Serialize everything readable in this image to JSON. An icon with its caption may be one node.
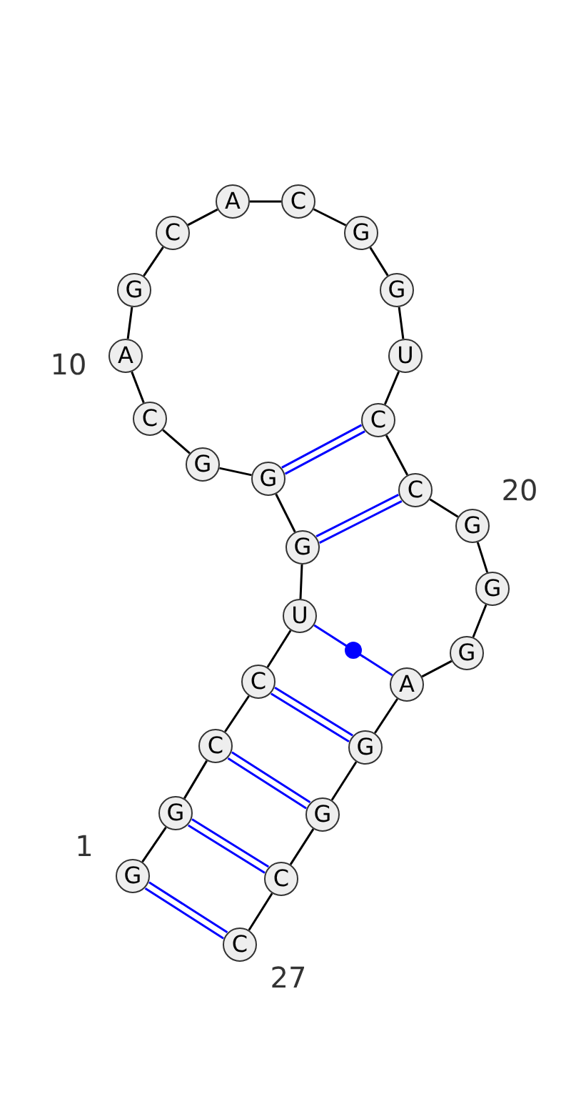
{
  "diagram": {
    "nodes": [
      {
        "text": [
          "G"
        ],
        "beside": [
          "1"
        ]
      },
      {
        "text": [
          "G"
        ]
      },
      {
        "text": [
          "C"
        ]
      },
      {
        "text": [
          "C"
        ]
      },
      {
        "text": [
          "U"
        ]
      },
      {
        "text": [
          "G"
        ]
      },
      {
        "text": [
          "G"
        ]
      },
      {
        "text": [
          "G"
        ]
      },
      {
        "text": [
          "C"
        ]
      },
      {
        "text": [
          "A"
        ],
        "beside": [
          "10"
        ]
      },
      {
        "text": [
          "G"
        ]
      },
      {
        "text": [
          "C"
        ]
      },
      {
        "text": [
          "A"
        ]
      },
      {
        "text": [
          "C"
        ]
      },
      {
        "text": [
          "G"
        ]
      },
      {
        "text": [
          "G"
        ]
      },
      {
        "text": [
          "U"
        ]
      },
      {
        "text": [
          "C"
        ]
      },
      {
        "text": [
          "C"
        ]
      },
      {
        "text": [
          "G"
        ],
        "beside": [
          "20"
        ]
      },
      {
        "text": [
          "G"
        ]
      },
      {
        "text": [
          "G"
        ]
      },
      {
        "text": [
          "A"
        ]
      },
      {
        "text": [
          "G"
        ]
      },
      {
        "text": [
          "G"
        ]
      },
      {
        "text": [
          "C"
        ]
      },
      {
        "text": [
          "C"
        ],
        "beside": [
          "27"
        ]
      }
    ],
    "edges": [
      {
        "from": 0,
        "to": 1,
        "arrow": "none"
      },
      {
        "from": 1,
        "to": 2,
        "arrow": "none"
      },
      {
        "from": 2,
        "to": 3,
        "arrow": "none"
      },
      {
        "from": 3,
        "to": 4,
        "arrow": "none"
      },
      {
        "from": 4,
        "to": 5,
        "arrow": "none"
      },
      {
        "from": 5,
        "to": 6,
        "arrow": "none"
      },
      {
        "from": 6,
        "to": 7,
        "arrow": "none"
      },
      {
        "from": 7,
        "to": 8,
        "arrow": "none"
      },
      {
        "from": 8,
        "to": 9,
        "arrow": "none"
      },
      {
        "from": 9,
        "to": 10,
        "arrow": "none"
      },
      {
        "from": 10,
        "to": 11,
        "arrow": "none"
      },
      {
        "from": 11,
        "to": 12,
        "arrow": "none"
      },
      {
        "from": 12,
        "to": 13,
        "arrow": "none"
      },
      {
        "from": 13,
        "to": 14,
        "arrow": "none"
      },
      {
        "from": 14,
        "to": 15,
        "arrow": "none"
      },
      {
        "from": 15,
        "to": 16,
        "arrow": "none"
      },
      {
        "from": 16,
        "to": 17,
        "arrow": "none"
      },
      {
        "from": 17,
        "to": 18,
        "arrow": "none"
      },
      {
        "from": 18,
        "to": 19,
        "arrow": "none"
      },
      {
        "from": 19,
        "to": 20,
        "arrow": "none"
      },
      {
        "from": 20,
        "to": 21,
        "arrow": "none"
      },
      {
        "from": 21,
        "to": 22,
        "arrow": "none"
      },
      {
        "from": 22,
        "to": 23,
        "arrow": "none"
      },
      {
        "from": 23,
        "to": 24,
        "arrow": "none"
      },
      {
        "from": 24,
        "to": 25,
        "arrow": "none"
      },
      {
        "from": 25,
        "to": 26,
        "arrow": "none"
      },
      {
        "from": 0,
        "to": 26,
        "arrow": "none",
        "color": "#0000ff"
      },
      {
        "from": 1,
        "to": 25,
        "arrow": "none",
        "color": "#0000ff"
      },
      {
        "from": 2,
        "to": 24,
        "arrow": "none",
        "color": "#0000ff"
      },
      {
        "from": 3,
        "to": 23,
        "arrow": "none",
        "color": "#0000ff"
      },
      {
        "from": 4,
        "to": 22,
        "arrow": "none",
        "color": "#0000ff"
      },
      {
        "from": 5,
        "to": 18,
        "arrow": "none",
        "color": "#0000ff"
      },
      {
        "from": 6,
        "to": 17,
        "arrow": "none",
        "color": "#0000ff"
      }
    ]
  }
}
